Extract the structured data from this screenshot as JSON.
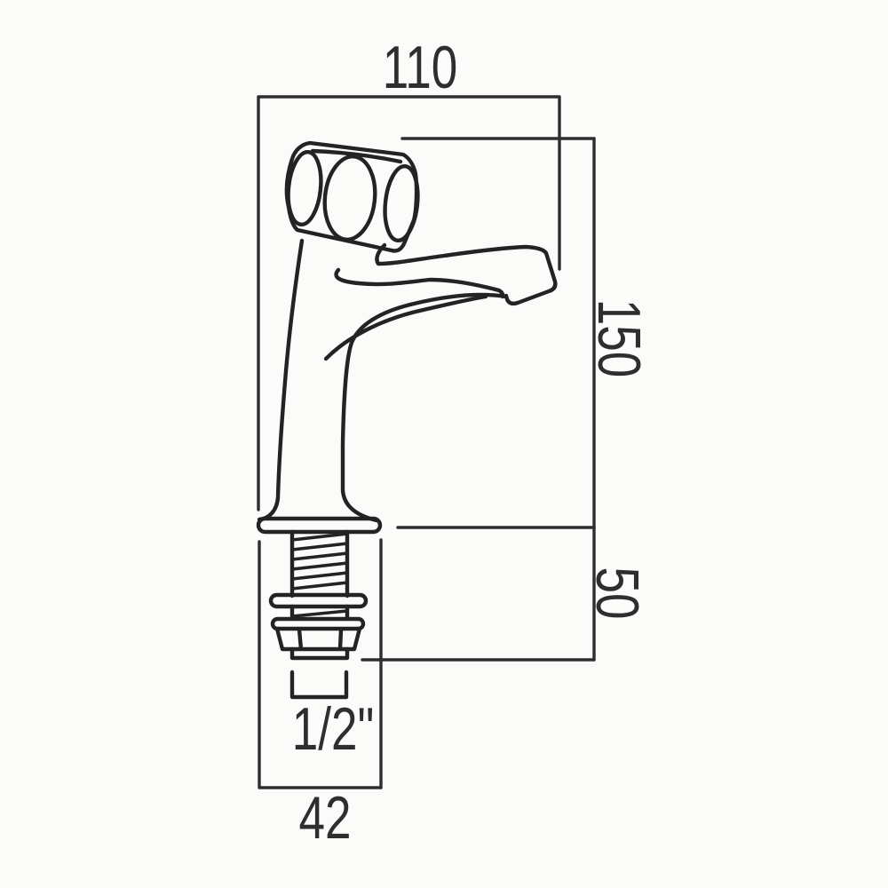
{
  "labels": {
    "width_top": "110",
    "height_upper": "150",
    "height_lower": "50",
    "thread": "1/2\"",
    "width_bottom": "42"
  },
  "colors": {
    "background": "#fbfbfa",
    "tap_line": "#232323",
    "dimension_line": "#2e2e2e",
    "text": "#2e2e2e"
  }
}
